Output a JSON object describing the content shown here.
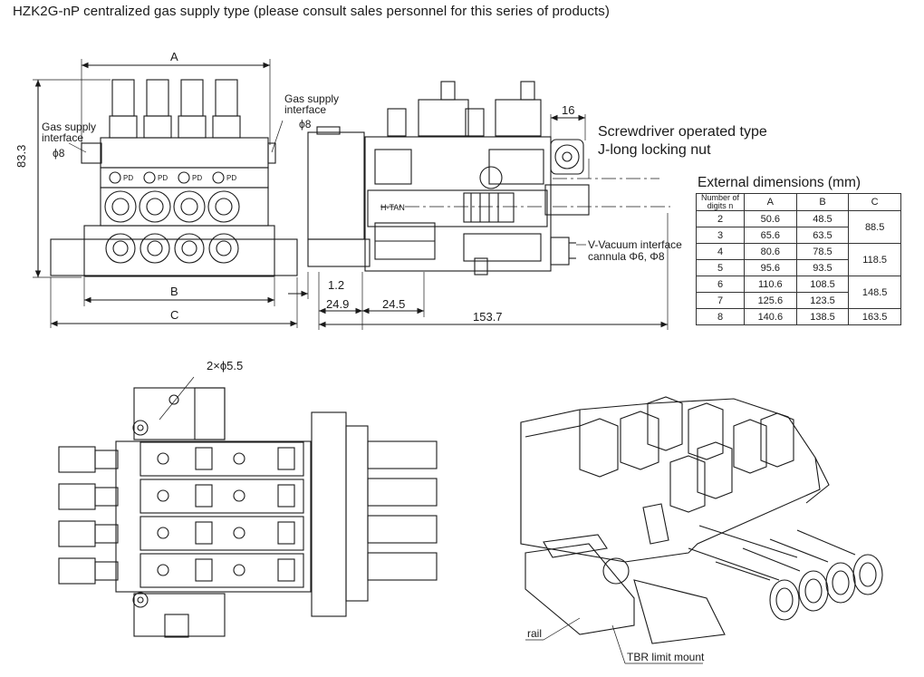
{
  "title": "HZK2G-nP centralized gas supply type (please consult sales personnel for this series of products)",
  "annotations": {
    "gas_supply_left": [
      "Gas supply",
      "interface",
      "ϕ8"
    ],
    "gas_supply_right": [
      "Gas supply",
      "interface",
      "ϕ8"
    ],
    "screwdriver": [
      "Screwdriver operated type",
      "J-long locking nut"
    ],
    "vacuum": [
      "V-Vacuum interface",
      "cannula Φ6, Φ8"
    ],
    "holes": "2×ϕ5.5",
    "rail": "rail",
    "tbr": "TBR limit mount",
    "pd_label": "PD",
    "brand": "H-TAN"
  },
  "dims": {
    "A": "A",
    "B": "B",
    "C": "C",
    "h83": "83.3",
    "d16": "16",
    "d1_2": "1.2",
    "d24_9": "24.9",
    "d24_5": "24.5",
    "d153_7": "153.7"
  },
  "ext_table": {
    "title": "External dimensions (mm)",
    "headers": [
      "Number of digits n",
      "A",
      "B",
      "C"
    ],
    "rows": [
      {
        "n": "2",
        "a": "50.6",
        "b": "48.5"
      },
      {
        "n": "3",
        "a": "65.6",
        "b": "63.5"
      },
      {
        "n": "4",
        "a": "80.6",
        "b": "78.5"
      },
      {
        "n": "5",
        "a": "95.6",
        "b": "93.5"
      },
      {
        "n": "6",
        "a": "110.6",
        "b": "108.5"
      },
      {
        "n": "7",
        "a": "125.6",
        "b": "123.5"
      },
      {
        "n": "8",
        "a": "140.6",
        "b": "138.5"
      }
    ],
    "c_values": [
      "88.5",
      "118.5",
      "148.5",
      "163.5"
    ]
  }
}
